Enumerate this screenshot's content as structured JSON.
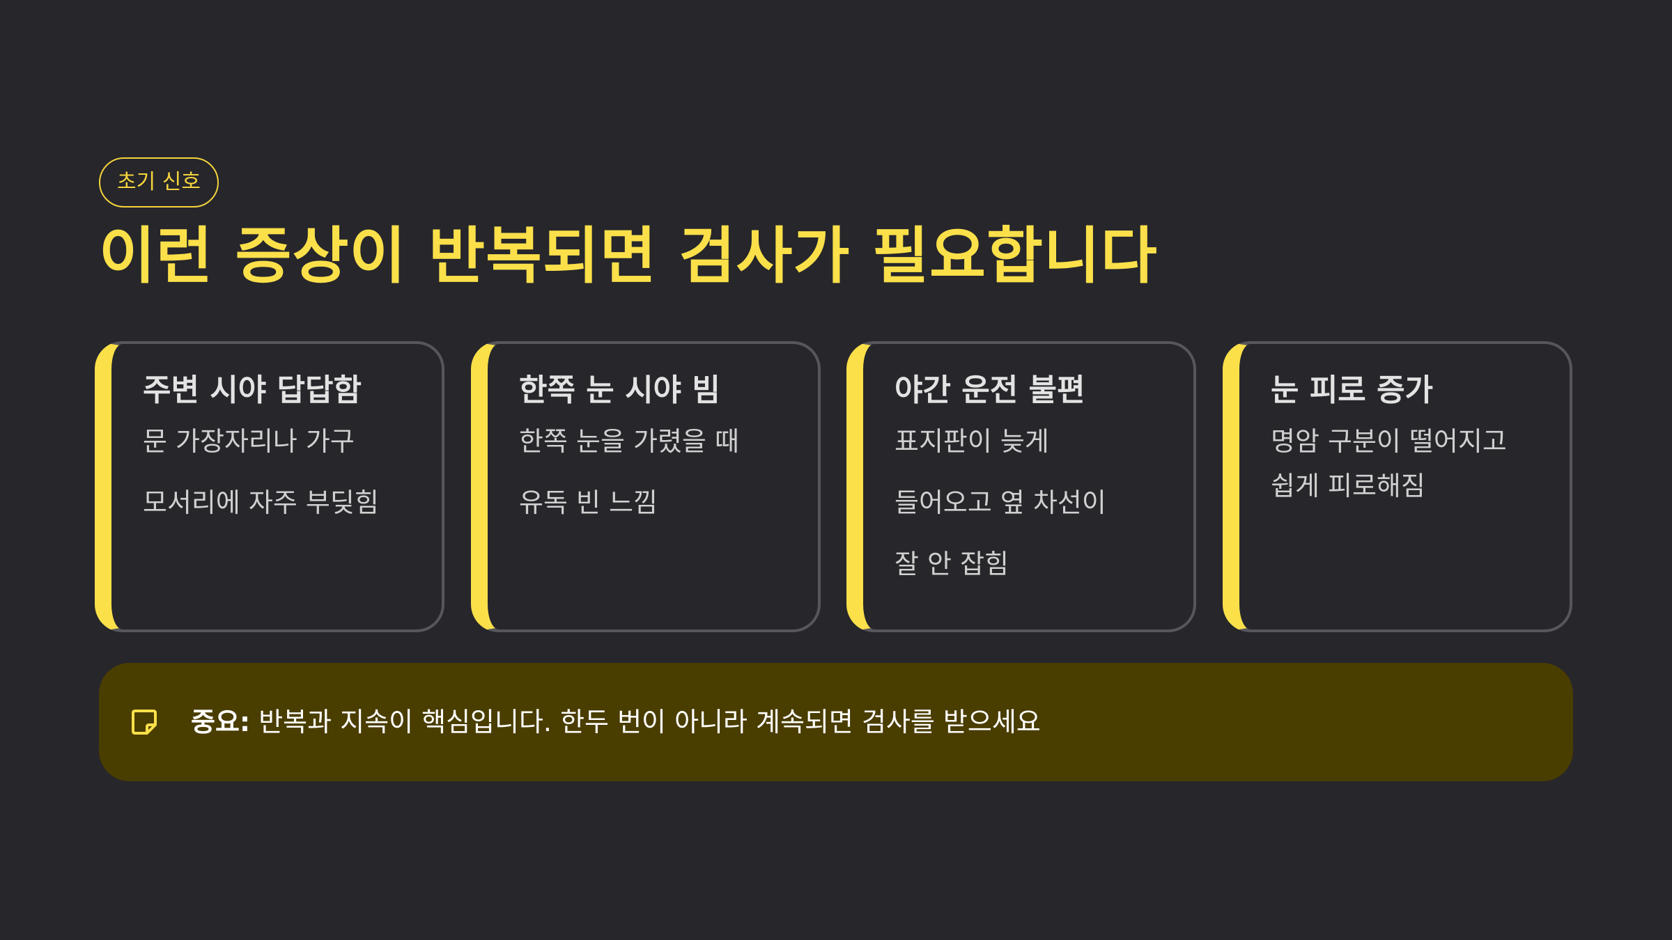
{
  "badge": "초기 신호",
  "title": "이런 증상이 반복되면 검사가 필요합니다",
  "cards": [
    {
      "title": "주변 시야 답답함",
      "lines": [
        "문 가장자리나 가구",
        "모서리에 자주 부딪힘"
      ]
    },
    {
      "title": "한쪽 눈 시야 빔",
      "lines": [
        "한쪽 눈을 가렸을 때",
        "유독 빈 느낌"
      ]
    },
    {
      "title": "야간 운전 불편",
      "lines": [
        "표지판이 늦게",
        "들어오고 옆 차선이",
        "잘 안 잡힘"
      ]
    },
    {
      "title": "눈 피로 증가",
      "lines": [
        "명암 구분이 떨어지고",
        "쉽게 피로해짐"
      ]
    }
  ],
  "note": {
    "icon": "sticky-note-icon",
    "label": "중요:",
    "text": " 반복과 지속이 핵심입니다. 한두 번이 아니라 계속되면 검사를 받으세요"
  },
  "colors": {
    "background": "#26262b",
    "accent": "#fbe04a",
    "card_border": "#56565c",
    "note_background": "#4a3d00"
  }
}
